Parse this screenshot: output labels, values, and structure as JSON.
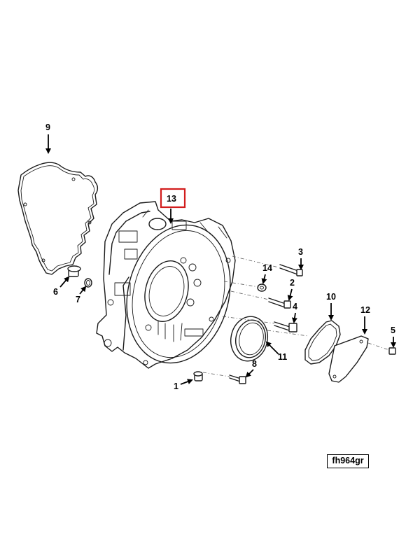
{
  "figure": {
    "code": "fh964gr",
    "highlighted_callout": "13",
    "highlight_color": "#d21c1c"
  },
  "callouts": {
    "c1": "1",
    "c2": "2",
    "c3": "3",
    "c4": "4",
    "c5": "5",
    "c6": "6",
    "c7": "7",
    "c8": "8",
    "c9": "9",
    "c10": "10",
    "c11": "11",
    "c12": "12",
    "c13": "13",
    "c14": "14"
  }
}
